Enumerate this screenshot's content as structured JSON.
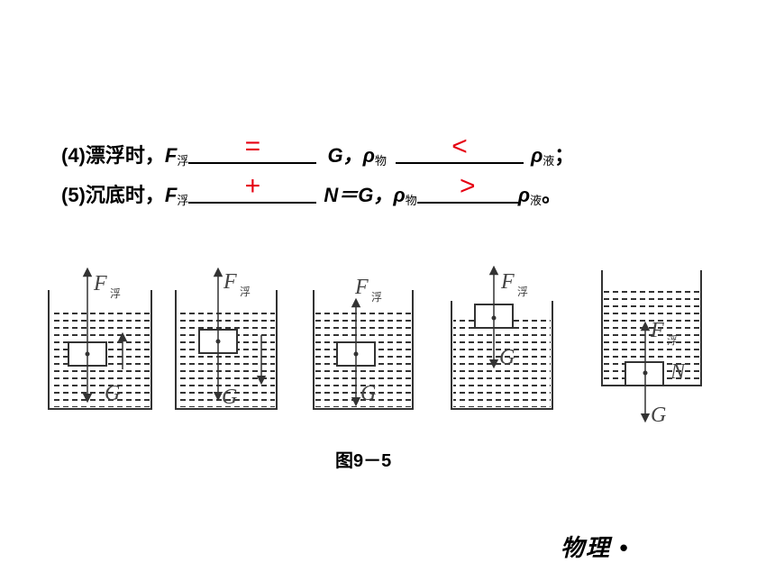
{
  "line4": {
    "prefix": "(4)漂浮时，",
    "F": "F",
    "F_sub": "浮",
    "answer1": "=",
    "G": "G，",
    "rho1": "ρ",
    "rho1_sub": "物",
    "answer2": "<",
    "rho2": "ρ",
    "rho2_sub": "液",
    "end": "；"
  },
  "line5": {
    "prefix": "(5)沉底时，",
    "F": "F",
    "F_sub": "浮",
    "answer1": "+",
    "mid": "N＝G，",
    "rho1": "ρ",
    "rho1_sub": "物",
    "answer2": ">",
    "rho2": "ρ",
    "rho2_sub": "液",
    "end": "。"
  },
  "figure": {
    "label_F": "F",
    "label_F_sub": "浮",
    "label_G": "G",
    "label_N": "N"
  },
  "caption": "图9－5",
  "footer": "物理 •",
  "colors": {
    "answer": "#e60012"
  }
}
